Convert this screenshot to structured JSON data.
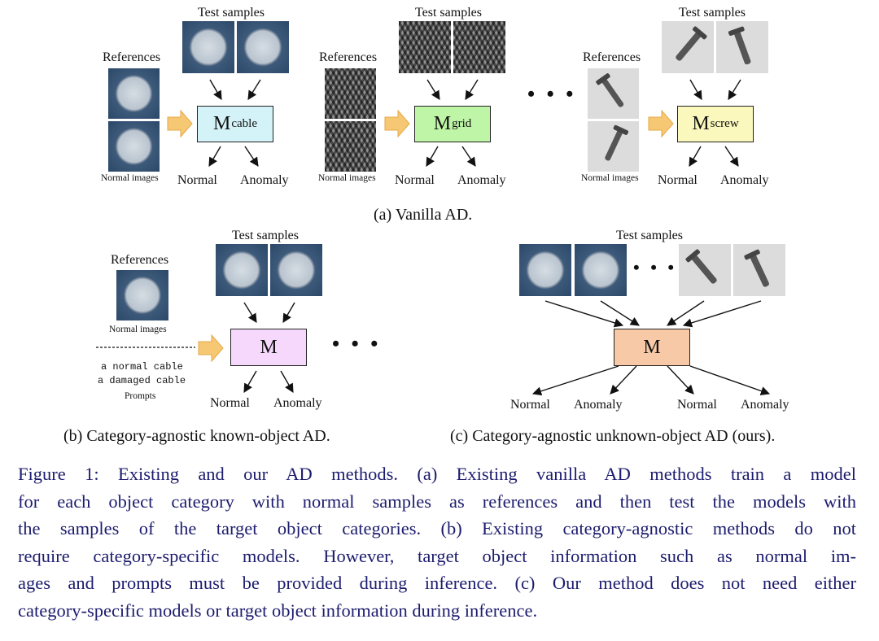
{
  "common": {
    "test_samples": "Test samples",
    "references": "References",
    "normal_images": "Normal images",
    "normal": "Normal",
    "anomaly": "Anomaly",
    "ellipsis": "• • •",
    "m_base": "M",
    "arrow_color": "#f7c873"
  },
  "panel_a": {
    "models": [
      {
        "sub": "cable",
        "color": "#d4f3f8"
      },
      {
        "sub": "grid",
        "color": "#bff5a6"
      },
      {
        "sub": "screw",
        "color": "#fbf8bd"
      }
    ],
    "caption": "(a) Vanilla AD."
  },
  "panel_b": {
    "model_label": "M",
    "model_color": "#f5d8fb",
    "prompts": [
      "a normal cable",
      "a damaged cable"
    ],
    "prompts_label": "Prompts",
    "caption": "(b) Category-agnostic known-object AD."
  },
  "panel_c": {
    "model_label": "M",
    "model_color": "#f7c9a6",
    "caption": "(c) Category-agnostic unknown-object AD (ours)."
  },
  "figure_caption": {
    "lines": [
      "Figure 1:  Existing and our AD methods.  (a) Existing vanilla AD methods train a model",
      "for each object category with normal samples as references and then test the models with",
      "the samples of the target object categories.  (b) Existing category-agnostic methods do not",
      "require category-specific models.  However, target object information such as normal im-",
      "ages and prompts must be provided during inference.  (c) Our method does not need either",
      "category-specific models or target object information during inference."
    ]
  }
}
